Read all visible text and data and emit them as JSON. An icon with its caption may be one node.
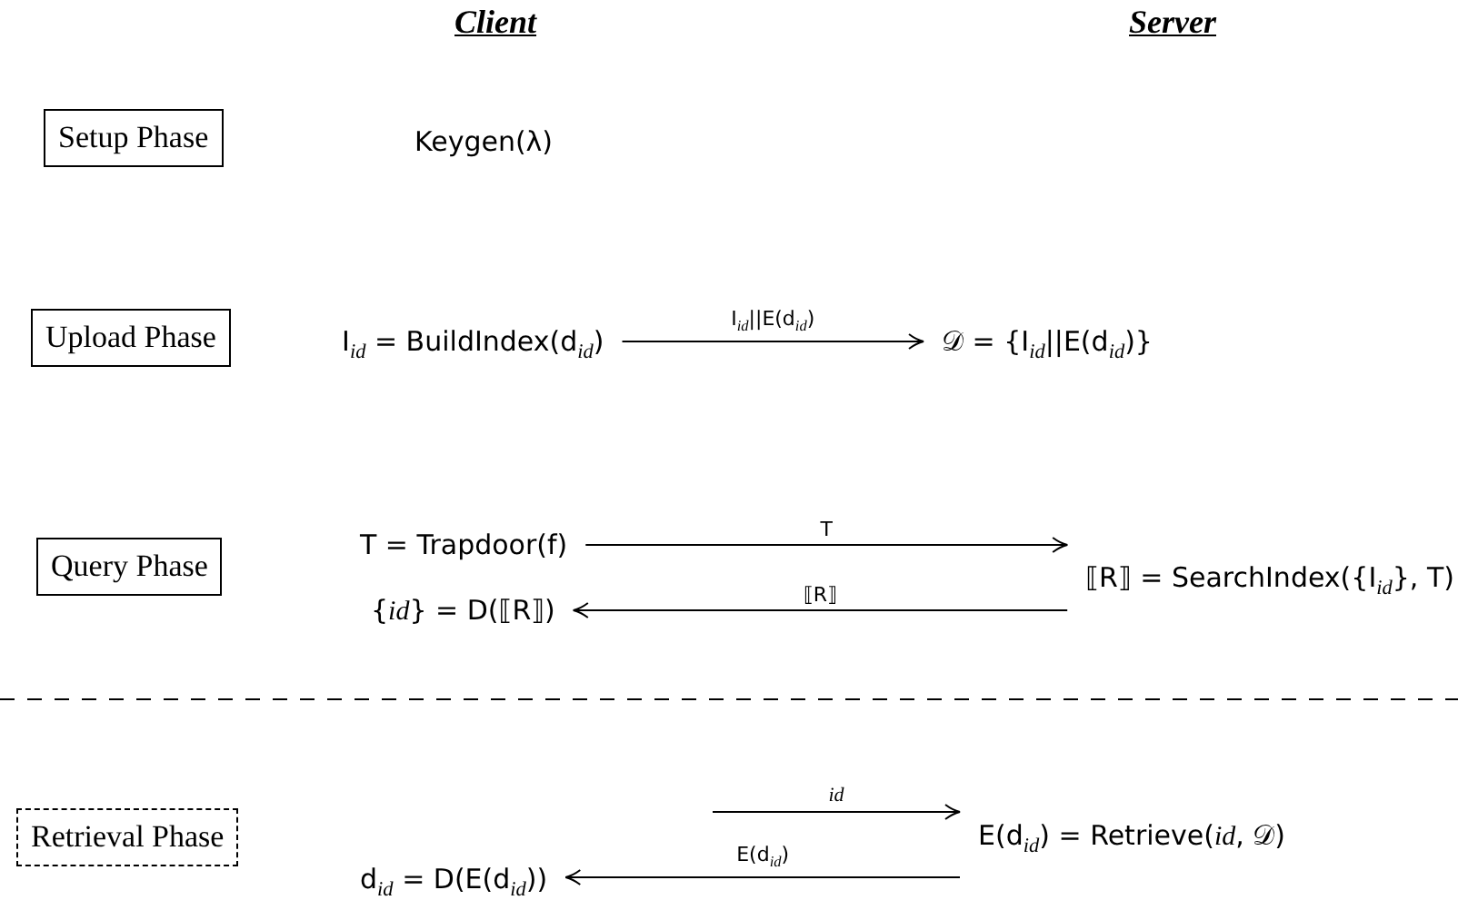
{
  "diagram": {
    "nodes": [
      {
        "text": [
          "Setup Phase"
        ]
      },
      {
        "text": [
          "Upload Phase"
        ]
      },
      {
        "text": [
          "Query Phase"
        ]
      },
      {
        "text": [
          "Retrieval Phase"
        ]
      },
      {
        "text": [
          "I$_{id}$ = BuildIndex(d$_{id}$)"
        ]
      },
      {
        "text": [
          "𝒟 = {I$_{id}$||E(d$_{id}$)}"
        ]
      },
      {
        "text": [
          "T = Trapdoor(f)"
        ]
      },
      {
        "text": [
          "{*id*} = D(⟦R⟧)"
        ]
      },
      {
        "text": [
          "⟦R⟧ = SearchIndex({I$_{id}$}, T)"
        ]
      },
      {
        "text": [
          "d$_{id}$ = D(E(d$_{id}$))"
        ]
      },
      {
        "text": [
          "E(d$_{id}$) = Retrieve(*id*, 𝒟)"
        ]
      }
    ],
    "edges": [
      {
        "from": 4,
        "to": 5,
        "arrow": "to",
        "label": "I$_{id}$||E(d$_{id}$)"
      },
      {
        "from": 6,
        "to": 8,
        "arrow": "to",
        "label": "T"
      },
      {
        "from": 8,
        "to": 7,
        "arrow": "to",
        "label": "⟦R⟧"
      },
      {
        "from": null,
        "to": 10,
        "arrow": "to",
        "label": "*id*"
      },
      {
        "from": 10,
        "to": 9,
        "arrow": "to",
        "label": "E(d$_{id}$)"
      }
    ],
    "labels": [
      "Client",
      "Server",
      "Keygen(λ)"
    ]
  }
}
